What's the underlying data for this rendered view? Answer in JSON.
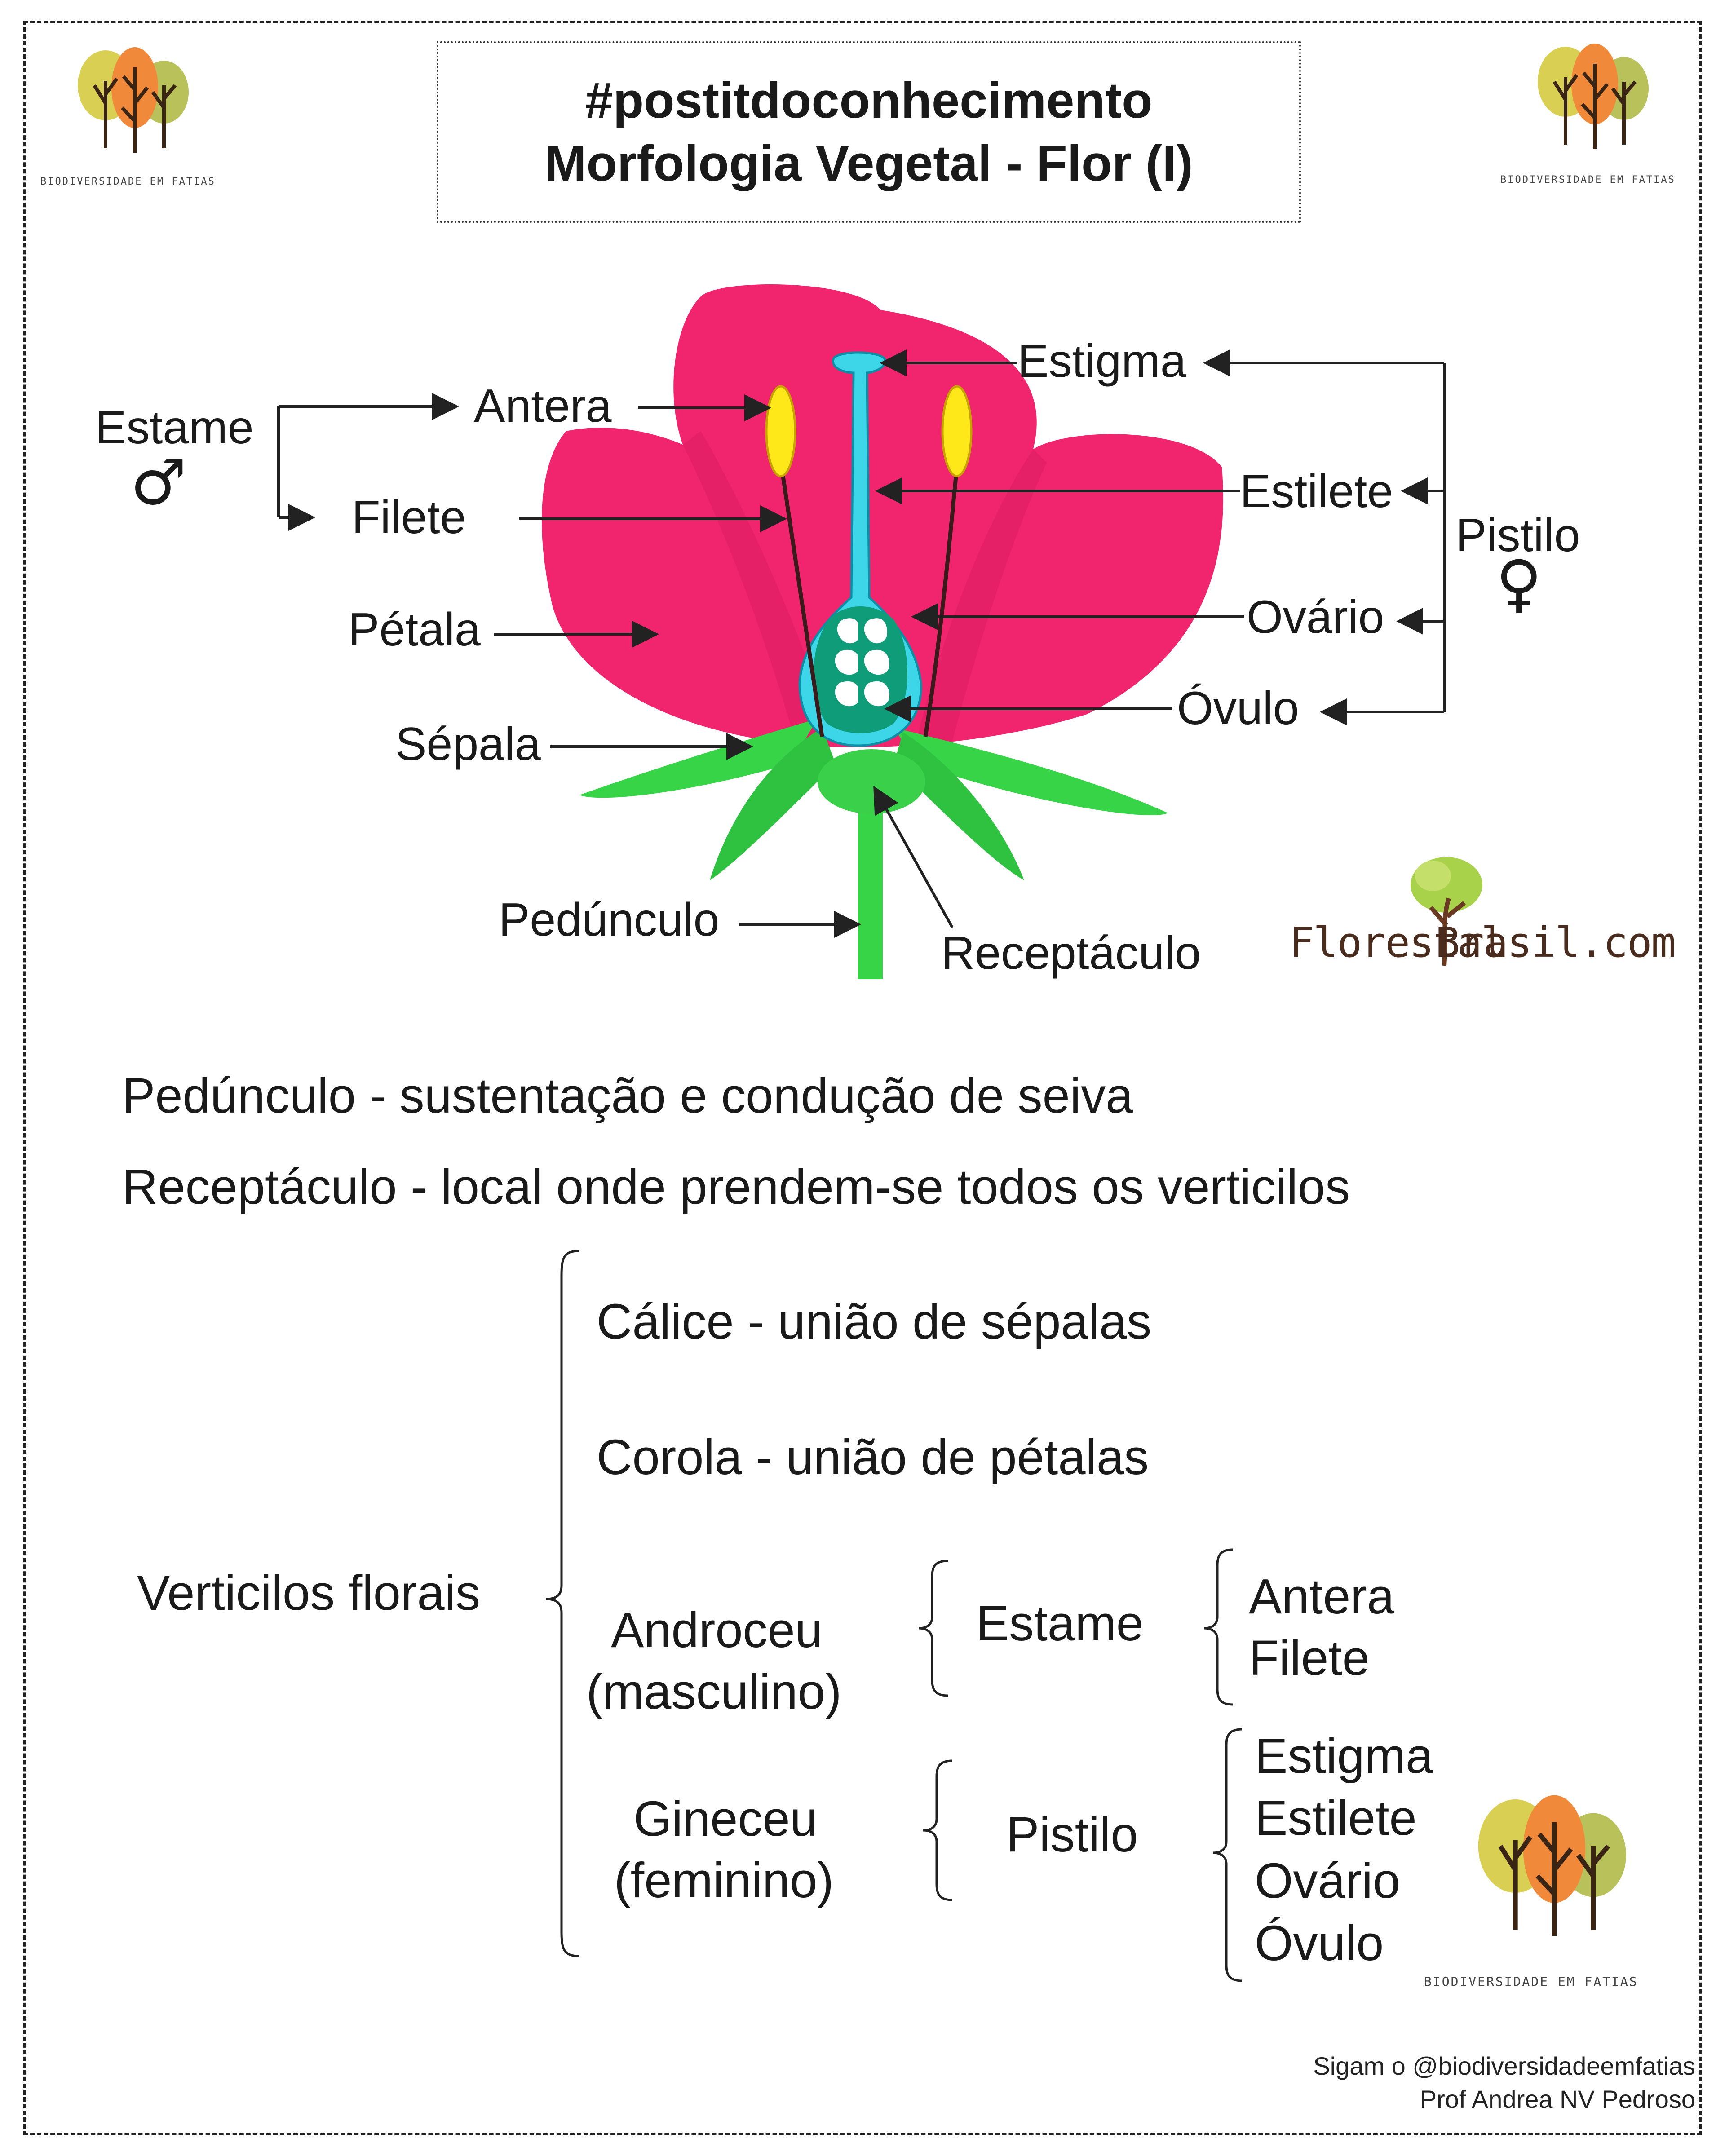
{
  "header": {
    "hashtag": "#postitdoconhecimento",
    "title": "Morfologia Vegetal - Flor (I)"
  },
  "logos": {
    "caption": "BIODIVERSIDADE EM FATIAS",
    "website": "FlorestalBrasil.com",
    "website_left": "Florestal",
    "website_right": "Brasil.com"
  },
  "diagram": {
    "labels": {
      "estame": "Estame",
      "antera": "Antera",
      "filete": "Filete",
      "petala": "Pétala",
      "sepala": "Sépala",
      "pedunculo": "Pedúnculo",
      "receptaculo": "Receptáculo",
      "estigma": "Estigma",
      "estilete": "Estilete",
      "ovario": "Ovário",
      "ovulo": "Óvulo",
      "pistilo": "Pistilo"
    },
    "symbols": {
      "male": "♂",
      "female": "♀"
    },
    "colors": {
      "petal": "#f0256e",
      "sepal": "#38d448",
      "pistil": "#3cd6e8",
      "ovary_inner": "#0e9d78",
      "anther": "#ffe81a"
    }
  },
  "descriptions": [
    "Pedúnculo - sustentação e condução de seiva",
    "Receptáculo - local onde prendem-se todos os verticilos"
  ],
  "verticilos": {
    "root": "Verticilos florais",
    "calice": "Cálice - união de sépalas",
    "corola": "Corola - união de pétalas",
    "androceu": {
      "name": "Androceu",
      "sub": "(masculino)",
      "organ": "Estame",
      "parts": [
        "Antera",
        "Filete"
      ]
    },
    "gineceu": {
      "name": "Gineceu",
      "sub": "(feminino)",
      "organ": "Pistilo",
      "parts": [
        "Estigma",
        "Estilete",
        "Ovário",
        "Óvulo"
      ]
    }
  },
  "credits": {
    "line1": "Sigam o @biodiversidadeemfatias",
    "line2": "Prof Andrea NV Pedroso"
  }
}
